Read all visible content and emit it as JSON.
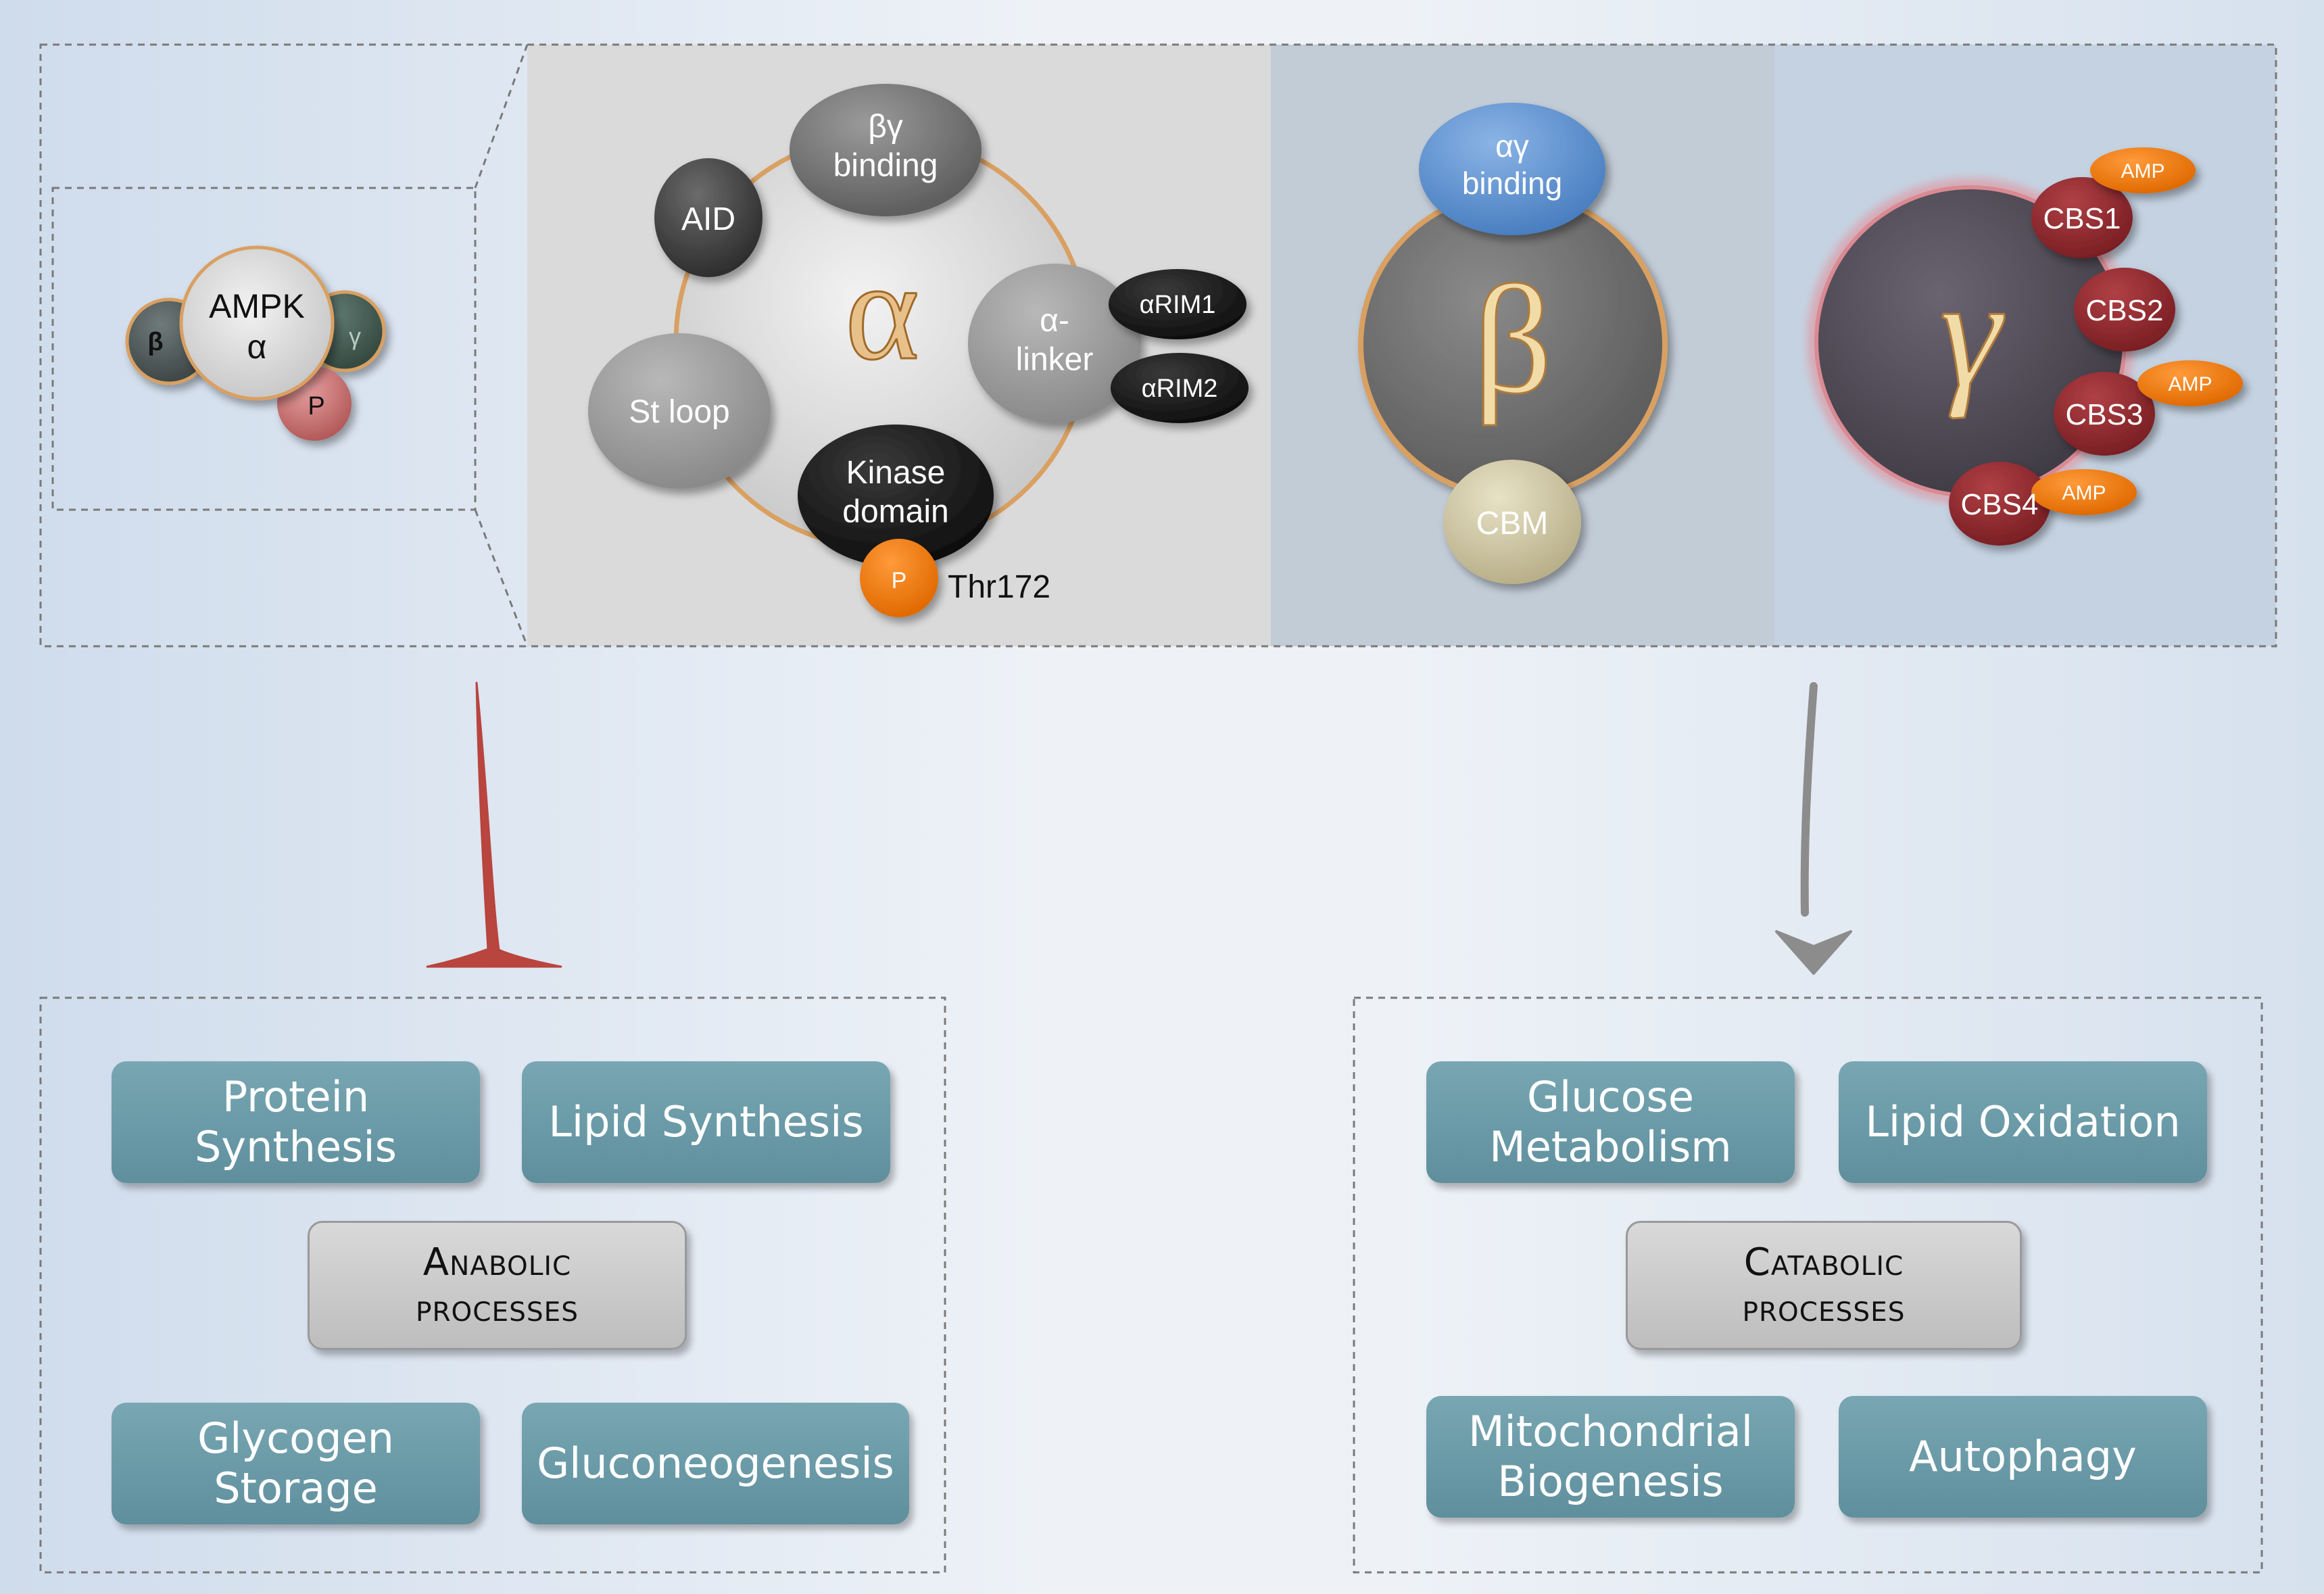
{
  "overview": {
    "alpha": "AMPK\nα",
    "beta": "β",
    "gamma": "γ",
    "p": "P"
  },
  "alpha_panel": {
    "symbol": "α",
    "by_binding": "βγ\nbinding",
    "aid": "AID",
    "alinker": "α-\nlinker",
    "arim1": "αRIM1",
    "arim2": "αRIM2",
    "stloop": "St loop",
    "kinase": "Kinase\ndomain",
    "p": "P",
    "thr172": "Thr172"
  },
  "beta_panel": {
    "symbol": "β",
    "ay_binding": "αγ\nbinding",
    "cbm": "CBM"
  },
  "gamma_panel": {
    "symbol": "γ",
    "cbs": [
      "CBS1",
      "CBS2",
      "CBS3",
      "CBS4"
    ],
    "amp": "AMP"
  },
  "anabolic": {
    "center": "Anabolic\nprocesses",
    "items": [
      "Protein\nSynthesis",
      "Lipid Synthesis",
      "Glycogen\nStorage",
      "Gluconeogenesis"
    ]
  },
  "catabolic": {
    "center": "Catabolic\nprocesses",
    "items": [
      "Glucose\nMetabolism",
      "Lipid Oxidation",
      "Mitochondrial\nBiogenesis",
      "Autophagy"
    ]
  },
  "colors": {
    "box": "#6e9dab",
    "inhibit_arrow": "#b8453e",
    "activate_arrow": "#8c8c8c",
    "cbs": "#8f2a2e",
    "amp": "#f07a10"
  }
}
